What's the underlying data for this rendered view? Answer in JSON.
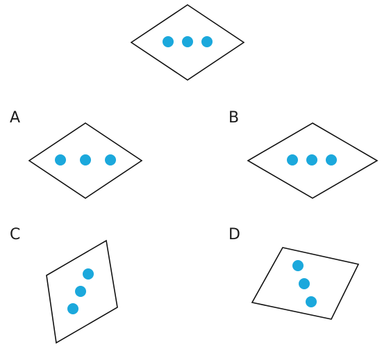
{
  "colors": {
    "dot": "#1ba8dc",
    "outline": "#111111",
    "background": "#ffffff"
  },
  "figures": [
    {
      "id": "reference",
      "label": ""
    },
    {
      "id": "A",
      "label": "A"
    },
    {
      "id": "B",
      "label": "B"
    },
    {
      "id": "C",
      "label": "C"
    },
    {
      "id": "D",
      "label": "D"
    }
  ]
}
